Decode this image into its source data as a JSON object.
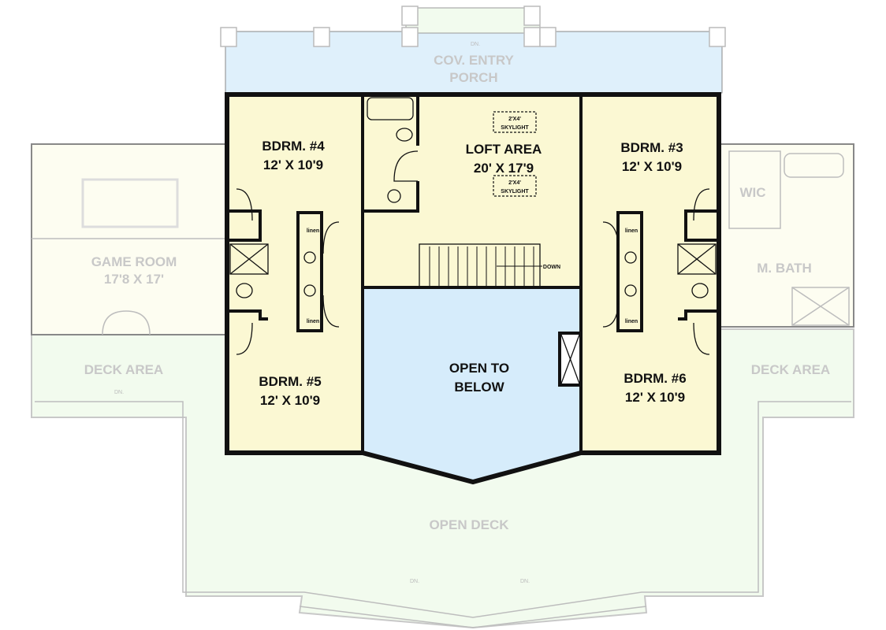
{
  "rooms": {
    "porch": {
      "line1": "COV. ENTRY",
      "line2": "PORCH"
    },
    "bdrm4": {
      "name": "BDRM. #4",
      "size": "12' X 10'9"
    },
    "loft": {
      "name": "LOFT AREA",
      "size": "20' X 17'9"
    },
    "bdrm3": {
      "name": "BDRM. #3",
      "size": "12' X 10'9"
    },
    "game": {
      "name": "GAME ROOM",
      "size": "17'8 X 17'"
    },
    "wic": {
      "name": "WIC"
    },
    "mbath": {
      "name": "M. BATH"
    },
    "bdrm5": {
      "name": "BDRM. #5",
      "size": "12' X 10'9"
    },
    "open": {
      "line1": "OPEN TO",
      "line2": "BELOW"
    },
    "bdrm6": {
      "name": "BDRM. #6",
      "size": "12' X 10'9"
    },
    "deck_left": {
      "name": "DECK AREA"
    },
    "deck_right": {
      "name": "DECK AREA"
    },
    "open_deck": {
      "name": "OPEN DECK"
    }
  },
  "annotations": {
    "skylight1": {
      "line1": "2'X4'",
      "line2": "SKYLIGHT"
    },
    "skylight2": {
      "line1": "2'X4'",
      "line2": "SKYLIGHT"
    },
    "stairs": "DOWN",
    "linen": "linen",
    "dn": "DN."
  },
  "colors": {
    "bedroom_fill": "#fbf8d3",
    "open_fill": "#d6ecfb",
    "porch_fill": "#dff0fb",
    "deck_fill": "#f2fbee",
    "faded_room_fill": "#fdfdf1",
    "wall": "#111111",
    "faded_text": "#c8c8c8"
  }
}
